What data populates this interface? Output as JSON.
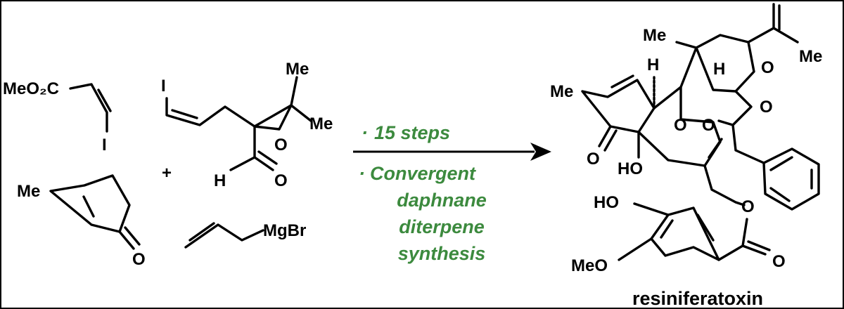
{
  "scheme": {
    "arrow_color": "#000000",
    "condition_color": "#3c8a3e",
    "conditions": {
      "bullet": "·",
      "line1": "15 steps",
      "line2a": "Convergent",
      "line2b": "daphnane",
      "line2c": "diterpene",
      "line2d": "synthesis"
    },
    "plus": "+",
    "product_name": "resiniferatoxin"
  },
  "labels": {
    "meo2c": "MeO₂C",
    "iodine": "I",
    "me": "Me",
    "h": "H",
    "o": "O",
    "mgbr": "MgBr",
    "ho": "HO",
    "meo": "MeO"
  }
}
